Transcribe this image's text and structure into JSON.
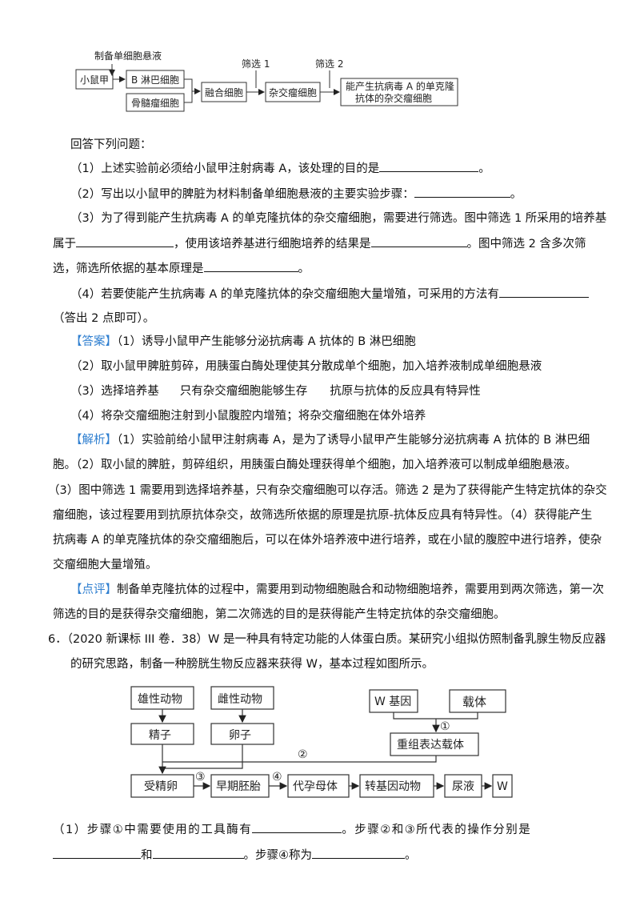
{
  "diagram1": {
    "label_prep": "制备单细胞悬液",
    "mouse": "小鼠甲",
    "b_cell": "B 淋巴细胞",
    "myeloma": "骨髓瘤细胞",
    "fusion": "融合细胞",
    "hybridoma": "杂交瘤细胞",
    "screen1": "筛选 1",
    "screen2": "筛选 2",
    "final_line1": "能产生抗病毒 A 的单克隆",
    "final_line2": "抗体的杂交瘤细胞"
  },
  "q": {
    "intro": "回答下列问题：",
    "q1": "（1）上述实验前必须给小鼠甲注射病毒 A，该处理的目的是",
    "q1_end": "。",
    "q2": "（2）写出以小鼠甲的脾脏为材料制备单细胞悬液的主要实验步骤：",
    "q2_end": "。",
    "q3_a": "（3）为了得到能产生抗病毒 A 的单克隆抗体的杂交瘤细胞，需要进行筛选。图中筛选 1 所采用的培养基",
    "q3_b1": "属于",
    "q3_b2": "，使用该培养基进行细胞培养的结果是",
    "q3_b3": "。图中筛选 2 含多次筛",
    "q3_c1": "选，筛选所依据的基本原理是",
    "q3_c2": "。",
    "q4_a": "（4）若要使能产生抗病毒 A 的单克隆抗体的杂交瘤细胞大量增殖，可采用的方法有",
    "q4_b": "（答出 2 点即可）。"
  },
  "answer": {
    "tag": "【答案】",
    "a1": "（1）诱导小鼠甲产生能够分泌抗病毒 A 抗体的 B 淋巴细胞",
    "a2": "（2）取小鼠甲脾脏剪碎，用胰蛋白酶处理使其分散成单个细胞，加入培养液制成单细胞悬液",
    "a3_1": "（3）选择培养基",
    "a3_2": "只有杂交瘤细胞能够生存",
    "a3_3": "抗原与抗体的反应具有特异性",
    "a4": "（4）将杂交瘤细胞注射到小鼠腹腔内增殖；将杂交瘤细胞在体外培养"
  },
  "analysis": {
    "tag": "【解析】",
    "l1": "（1）实验前给小鼠甲注射病毒 A，是为了诱导小鼠甲产生能够分泌抗病毒 A 抗体的 B 淋巴细",
    "l2": "胞。（2）取小鼠的脾脏，剪碎组织，用胰蛋白酶处理获得单个细胞，加入培养液可以制成单细胞悬液。",
    "l3": "（3）图中筛选 1 需要用到选择培养基，只有杂交瘤细胞可以存活。筛选 2 是为了获得能产生特定抗体的杂交",
    "l4": "瘤细胞，该过程要用到抗原抗体杂交，故筛选所依据的原理是抗原-抗体反应具有特异性。（4）获得能产生",
    "l5": "抗病毒 A 的单克隆抗体的杂交瘤细胞后，可以在体外培养液中进行培养，或在小鼠的腹腔中进行培养，使杂",
    "l6": "交瘤细胞大量增殖。"
  },
  "comment": {
    "tag": "【点评】",
    "l1": "制备单克隆抗体的过程中，需要用到动物细胞融合和动物细胞培养，需要用到两次筛选，第一次",
    "l2": "筛选的目的是获得杂交瘤细胞，第二次筛选的目的是获得能产生特定抗体的杂交瘤细胞。"
  },
  "q6": {
    "num": "6．",
    "l1": "（2020 新课标 III 卷．38）W 是一种具有特定功能的人体蛋白质。某研究小组拟仿照制备乳腺生物反应器",
    "l2": "的研究思路，制备一种膀胱生物反应器来获得 W，基本过程如图所示。"
  },
  "diagram2": {
    "male": "雄性动物",
    "female": "雌性动物",
    "w_gene": "W 基因",
    "vector": "载体",
    "sperm": "精子",
    "egg": "卵子",
    "recomb": "重组表达载体",
    "step1": "①",
    "step2": "②",
    "step3": "③",
    "step4": "④",
    "zygote": "受精卵",
    "embryo": "早期胚胎",
    "surrogate": "代孕母体",
    "transgenic": "转基因动物",
    "urine": "尿液",
    "w": "W"
  },
  "q6q": {
    "l1_a": "（1）步骤①中需要使用的工具酶有",
    "l1_b": "。步骤②和③所代表的操作分别是",
    "l2_a": "和",
    "l2_b": "。步骤④称为",
    "l2_c": "。"
  },
  "colors": {
    "tag": "#2f7fd0"
  }
}
